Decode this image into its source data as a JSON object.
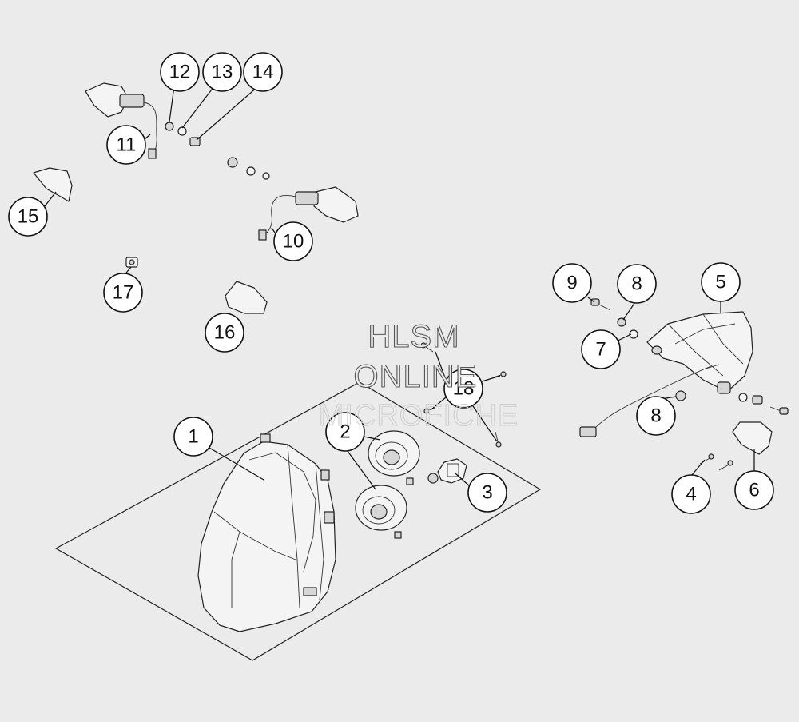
{
  "watermark": {
    "line1": "HLSM",
    "line2": "ONLINE",
    "line3": "MICROFICHE"
  },
  "callouts": [
    {
      "id": "c1",
      "label": "1"
    },
    {
      "id": "c2",
      "label": "2"
    },
    {
      "id": "c3",
      "label": "3"
    },
    {
      "id": "c4",
      "label": "4"
    },
    {
      "id": "c5",
      "label": "5"
    },
    {
      "id": "c6",
      "label": "6"
    },
    {
      "id": "c7",
      "label": "7"
    },
    {
      "id": "c8a",
      "label": "8"
    },
    {
      "id": "c8b",
      "label": "8"
    },
    {
      "id": "c9",
      "label": "9"
    },
    {
      "id": "c10",
      "label": "10"
    },
    {
      "id": "c11",
      "label": "11"
    },
    {
      "id": "c12",
      "label": "12"
    },
    {
      "id": "c13",
      "label": "13"
    },
    {
      "id": "c14",
      "label": "14"
    },
    {
      "id": "c15",
      "label": "15"
    },
    {
      "id": "c16",
      "label": "16"
    },
    {
      "id": "c17",
      "label": "17"
    },
    {
      "id": "c18",
      "label": "18"
    }
  ]
}
